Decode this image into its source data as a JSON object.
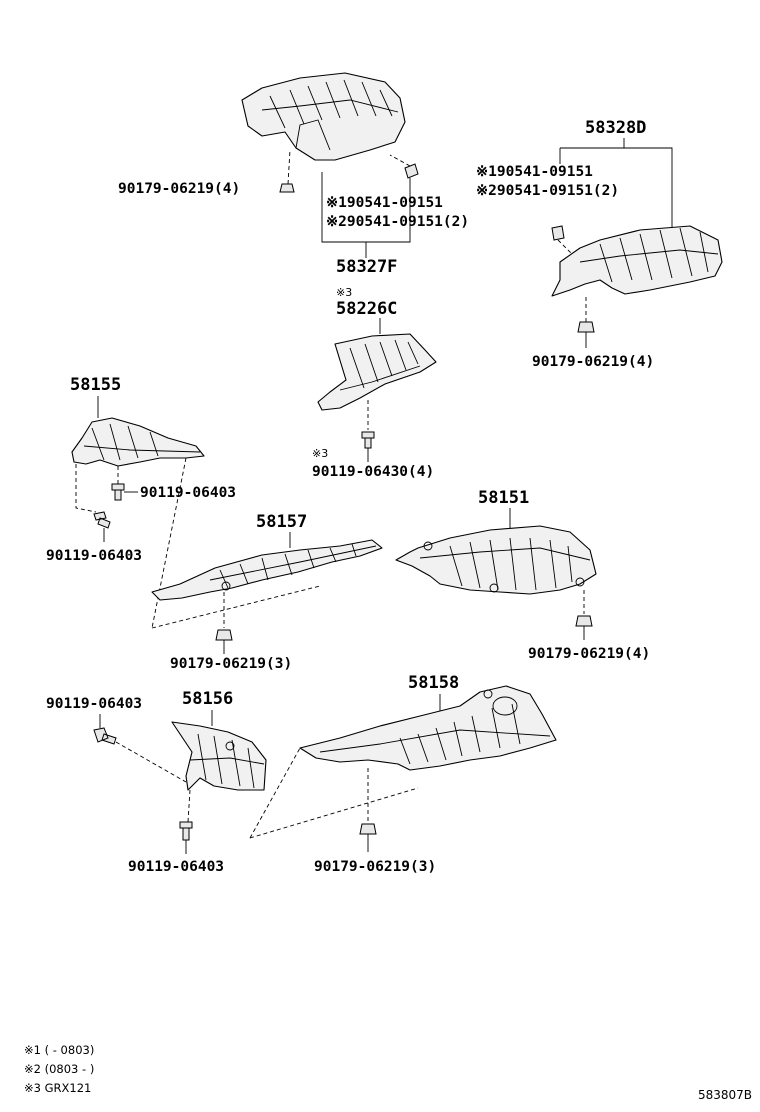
{
  "parts": {
    "p58327F": "58327F",
    "p58328D": "58328D",
    "p58226C": "58226C",
    "p58155": "58155",
    "p58157": "58157",
    "p58151": "58151",
    "p58156": "58156",
    "p58158": "58158"
  },
  "fasteners": {
    "f_top_left_nut": "90179-06219(4)",
    "f_top_c1": "※190541-09151",
    "f_top_c2": "※290541-09151(2)",
    "f_right_c1": "※190541-09151",
    "f_right_c2": "※290541-09151(2)",
    "f_right_nut": "90179-06219(4)",
    "f_58226_mark": "※3",
    "f_58226_bolt_mark": "※3",
    "f_58226_bolt": "90119-06430(4)",
    "f_58155_bolt_a": "90119-06403",
    "f_58155_bolt_b": "90119-06403",
    "f_58157_nut": "90179-06219(3)",
    "f_58151_nut": "90179-06219(4)",
    "f_58156_bolt_top": "90119-06403",
    "f_58156_bolt_bottom": "90119-06403",
    "f_58158_nut": "90179-06219(3)"
  },
  "notes": [
    "※1 (        - 0803)",
    "※2 (0803 -         )",
    "※3 GRX121"
  ],
  "figure_ref": "583807B"
}
